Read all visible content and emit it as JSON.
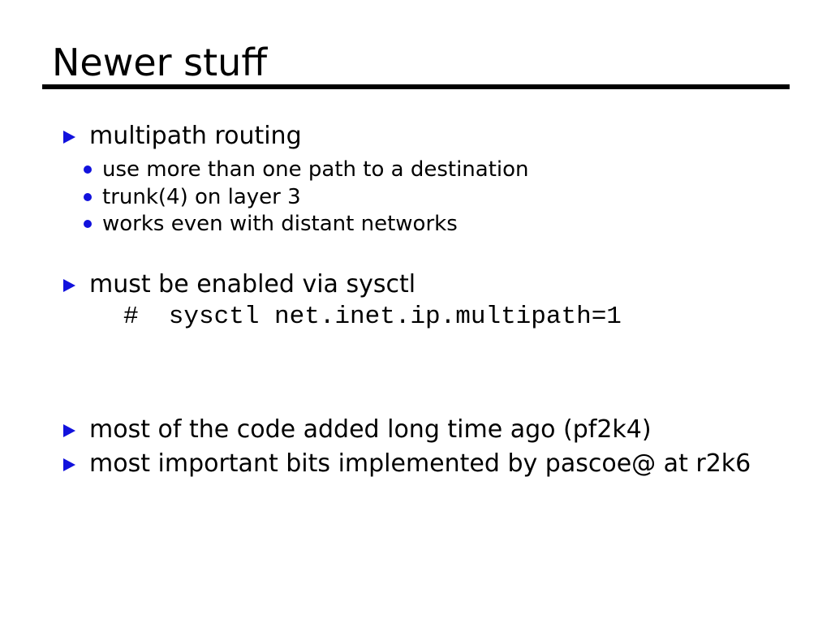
{
  "slide": {
    "title": "Newer stuff",
    "background_color": "#ffffff",
    "text_color": "#000000",
    "accent_color": "#1212dd",
    "bullets": [
      {
        "label": "multipath routing",
        "sub": [
          "use more than one path to a destination",
          "trunk(4) on layer 3",
          "works even with distant networks"
        ]
      },
      {
        "label": "must be enabled via sysctl",
        "code": "#  sysctl net.inet.ip.multipath=1"
      },
      {
        "label": "most of the code added long time ago (pf2k4)"
      },
      {
        "label": "most important bits implemented by pascoe@ at r2k6"
      }
    ]
  }
}
